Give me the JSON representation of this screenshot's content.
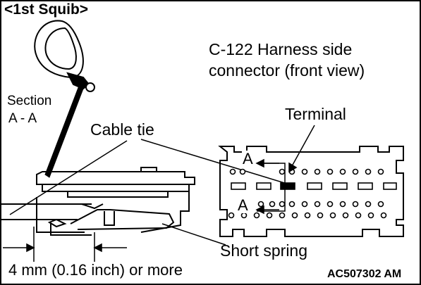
{
  "figure": {
    "heading": "<1st Squib>",
    "connector_label_line1": "C-122 Harness side",
    "connector_label_line2": "connector (front view)",
    "section_label_line1": "Section",
    "section_label_line2": "A - A",
    "cable_tie_label": "Cable tie",
    "terminal_label": "Terminal",
    "section_marker_upper": "A",
    "section_marker_lower": "A",
    "short_spring_label": "Short spring",
    "dimension_label": "4 mm (0.16 inch) or more",
    "figure_code": "AC507302 AM"
  },
  "colors": {
    "line": "#000000",
    "background": "#ffffff"
  }
}
